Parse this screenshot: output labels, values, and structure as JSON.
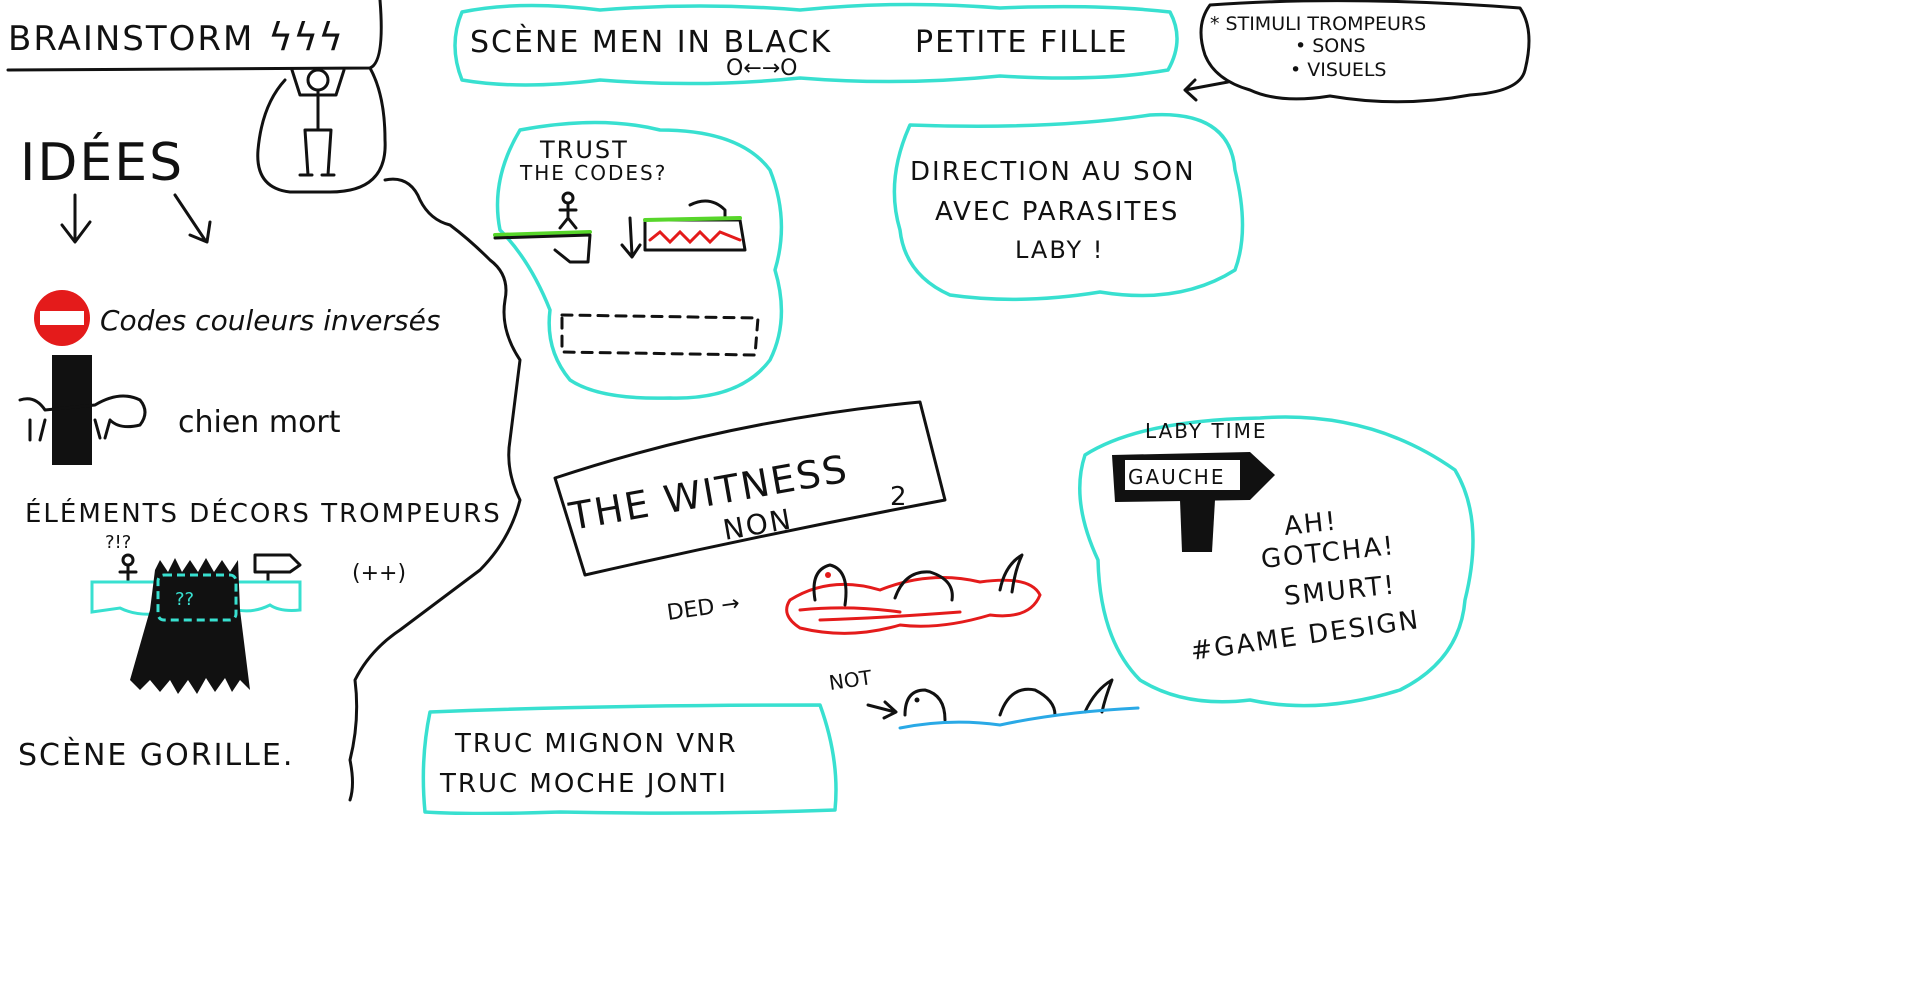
{
  "colors": {
    "ink": "#111111",
    "cyan": "#38e0d0",
    "red": "#e41b1b",
    "green": "#57d62a",
    "blue": "#2aa9e6"
  },
  "header": {
    "title": "BRAINSTORM",
    "lightning": "ϟϟϟ"
  },
  "ideas": {
    "heading": "IDÉES",
    "item_color_codes": "Codes couleurs inversés",
    "item_dead_dog": "chien mort",
    "item_decor": "ÉLÉMENTS DÉCORS TROMPEURS",
    "decor_question_marks": "?!?",
    "decor_inner_marks": "??",
    "decor_plus": "(++)",
    "item_gorilla": "SCÈNE GORILLE."
  },
  "mib": {
    "line1": "SCÈNE MEN IN BLACK",
    "line2": "PETITE FILLE",
    "arrow": "O←→O"
  },
  "stimuli": {
    "title": "* STIMULI TROMPEURS",
    "items": [
      "• SONS",
      "• VISUELS"
    ]
  },
  "trust": {
    "line1": "TRUST",
    "line2": "THE CODES?"
  },
  "direction": {
    "line1": "DIRECTION AU SON",
    "line2": "AVEC PARASITES",
    "line3": "LABY !"
  },
  "witness": {
    "title": "THE WITNESS",
    "line2": "NON",
    "number": "2"
  },
  "witness_scene": {
    "ded_label": "DED →",
    "not_label": "NOT"
  },
  "laby": {
    "title": "LABY TIME",
    "sign": "GAUCHE",
    "exclaim1": "AH!",
    "exclaim2": "GOTCHA!",
    "exclaim3": "SMURT!",
    "hashtag": "#GAME DESIGN"
  },
  "truc": {
    "line1": "TRUC MIGNON VNR",
    "line2": "TRUC MOCHE JONTI"
  }
}
